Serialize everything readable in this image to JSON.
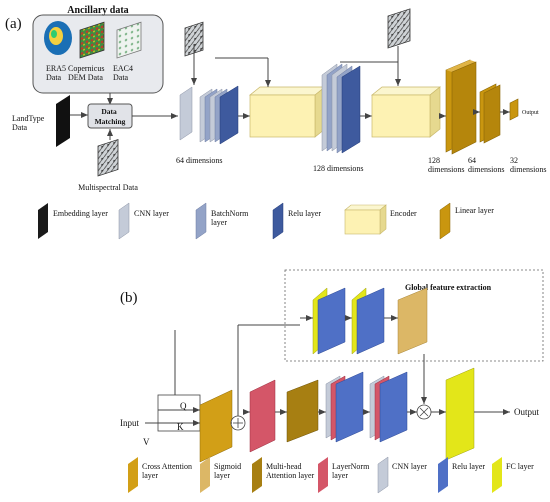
{
  "panel_a": {
    "label": "(a)",
    "ancillary": {
      "title": "Ancillary data",
      "items": [
        {
          "lines": [
            "ERA5",
            "Data"
          ]
        },
        {
          "lines": [
            "Copernicus",
            "DEM  Data"
          ]
        },
        {
          "lines": [
            "EAC4",
            "Data"
          ]
        }
      ]
    },
    "landtype": [
      "LandType",
      "Data"
    ],
    "matching": [
      "Data",
      "Matching"
    ],
    "multispectral": "Multispectral Data",
    "output": "Output",
    "dims": [
      {
        "lines": [
          "64 dimensions"
        ]
      },
      {
        "lines": [
          "128 dimensions"
        ]
      },
      {
        "lines": [
          "128",
          "dimensions"
        ]
      },
      {
        "lines": [
          "64",
          "dimensions"
        ]
      },
      {
        "lines": [
          "32",
          "dimensions"
        ]
      }
    ],
    "legend": [
      {
        "lines": [
          "Embedding layer"
        ],
        "color": "#1a1a1a"
      },
      {
        "lines": [
          "CNN layer"
        ],
        "color": "#c4cbd8"
      },
      {
        "lines": [
          "BatchNorm",
          "layer"
        ],
        "color": "#93a3c7"
      },
      {
        "lines": [
          "Relu layer"
        ],
        "color": "#3e5a9e"
      },
      {
        "lines": [
          "Encoder"
        ],
        "color": "#fdf2b3"
      },
      {
        "lines": [
          "Linear layer"
        ],
        "color": "#c9960f"
      }
    ]
  },
  "panel_b": {
    "label": "(b)",
    "global": "Global feature extraction",
    "input": "Input",
    "output": "Output",
    "q": "Q",
    "k": "K",
    "v": "V",
    "legend": [
      {
        "lines": [
          "Cross Attention",
          "layer"
        ],
        "color": "#d29f17"
      },
      {
        "lines": [
          "Sigmoid",
          "layer"
        ],
        "color": "#dcb766"
      },
      {
        "lines": [
          "Multi-head",
          "Attention layer"
        ],
        "color": "#a77f12"
      },
      {
        "lines": [
          "LayerNorm",
          "layer"
        ],
        "color": "#d45668"
      },
      {
        "lines": [
          "CNN layer"
        ],
        "color": "#c4cbd8"
      },
      {
        "lines": [
          "Relu layer"
        ],
        "color": "#4f70c6"
      },
      {
        "lines": [
          "FC layer"
        ],
        "color": "#e3e619"
      }
    ]
  }
}
